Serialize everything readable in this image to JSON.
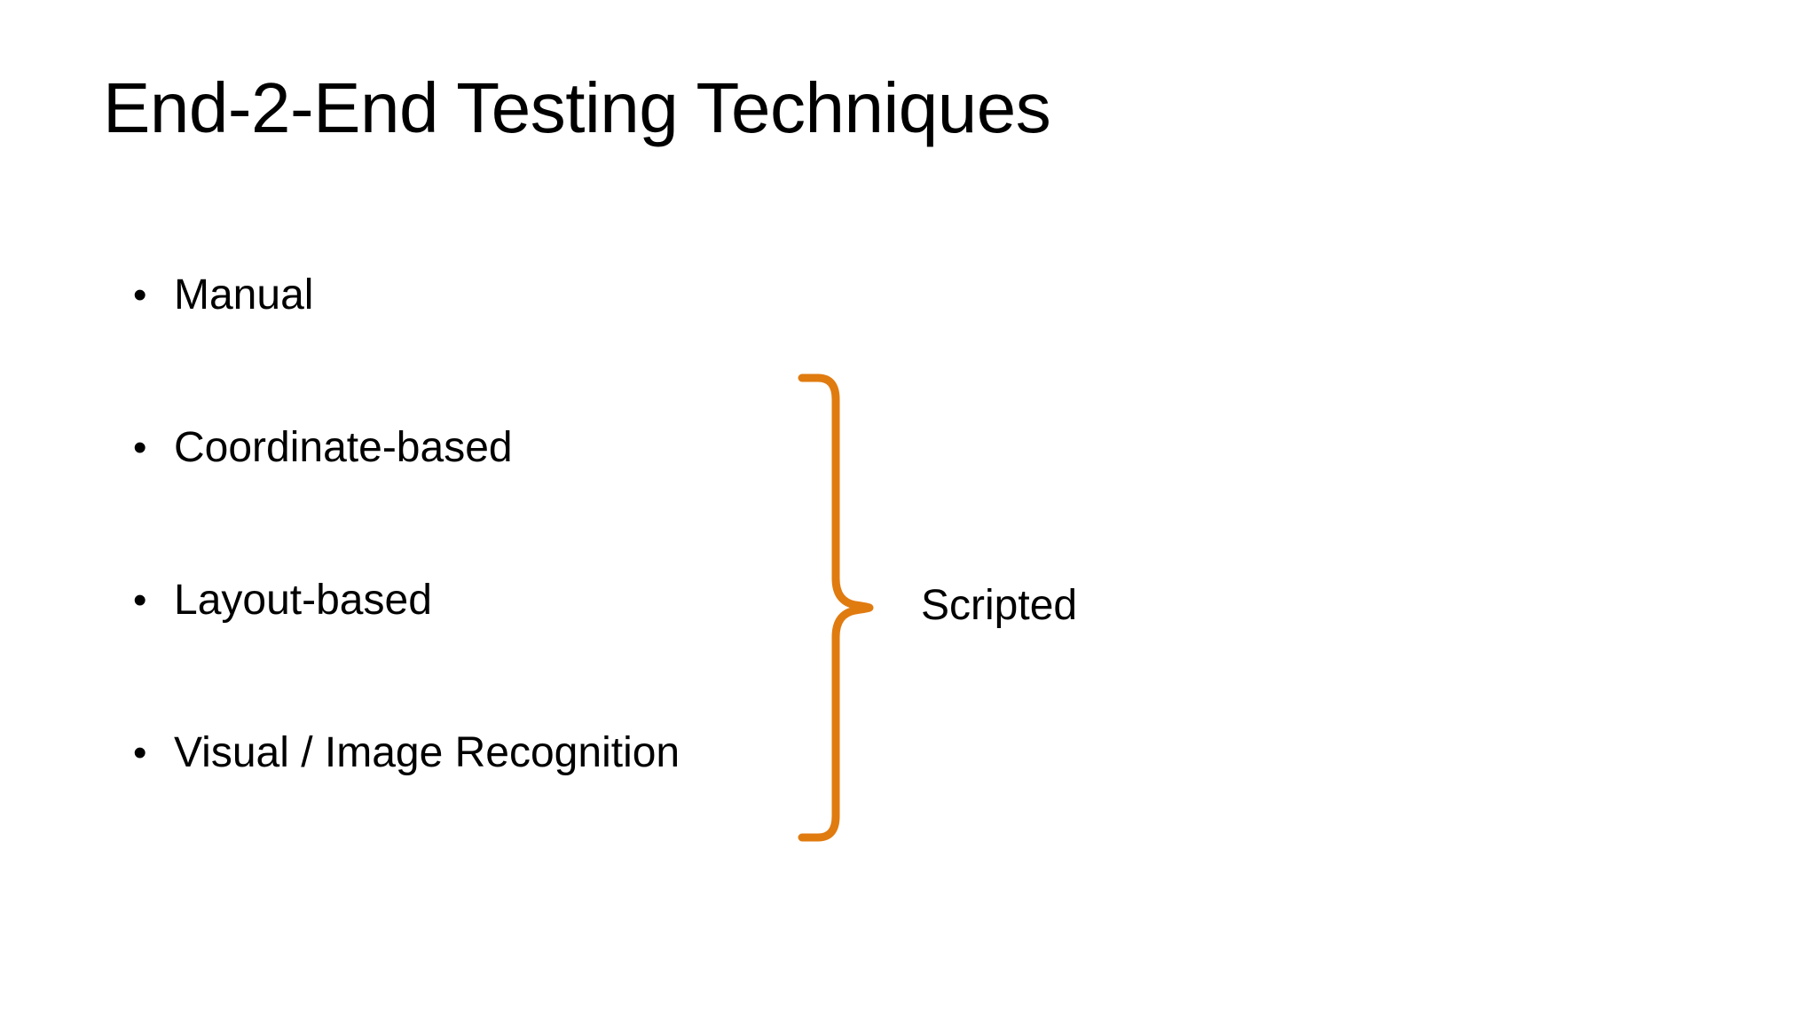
{
  "slide": {
    "title": "End-2-End Testing Techniques",
    "background_color": "#FFFFFF",
    "text_color": "#000000",
    "accent_color": "#E07B10"
  },
  "bullets": [
    {
      "marker": "•",
      "label": "Manual"
    },
    {
      "marker": "•",
      "label": "Coordinate-based"
    },
    {
      "marker": "•",
      "label": "Layout-based"
    },
    {
      "marker": "•",
      "label": "Visual / Image Recognition"
    }
  ],
  "annotation": {
    "brace_label": "Scripted",
    "brace_color": "#E07B10",
    "brace_covers": [
      "Coordinate-based",
      "Layout-based",
      "Visual / Image Recognition"
    ]
  }
}
